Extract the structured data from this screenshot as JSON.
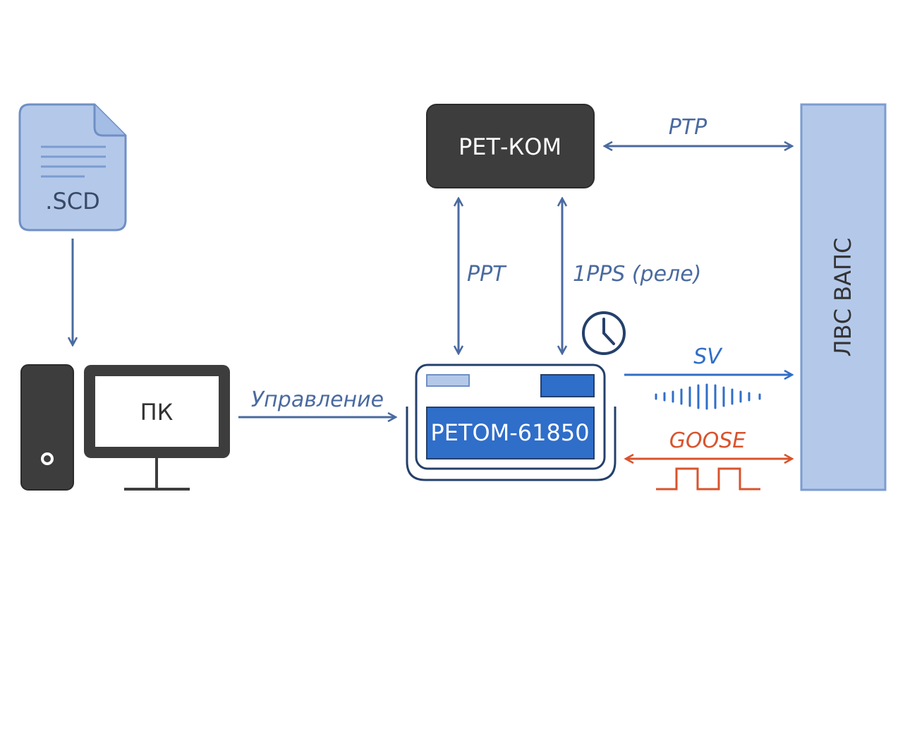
{
  "nodes": {
    "scd_file": ".SCD",
    "pc": "ПК",
    "ret_kom": "РЕТ-КОМ",
    "retom": "РЕТОМ-61850",
    "lan": "ЛВС ВАПС"
  },
  "edges": {
    "control": "Управление",
    "ptp": "PTP",
    "ppt": "PPT",
    "pps": "1PPS (реле)",
    "sv": "SV",
    "goose": "GOOSE"
  },
  "colors": {
    "accent": "#4a6aa0",
    "sv_blue": "#2f6ec9",
    "goose_red": "#d9532c",
    "dark": "#3d3d3d",
    "light_blue": "#b4c9ea"
  },
  "icons": {
    "file": "document-icon",
    "computer": "desktop-computer-icon",
    "clock": "clock-icon"
  }
}
